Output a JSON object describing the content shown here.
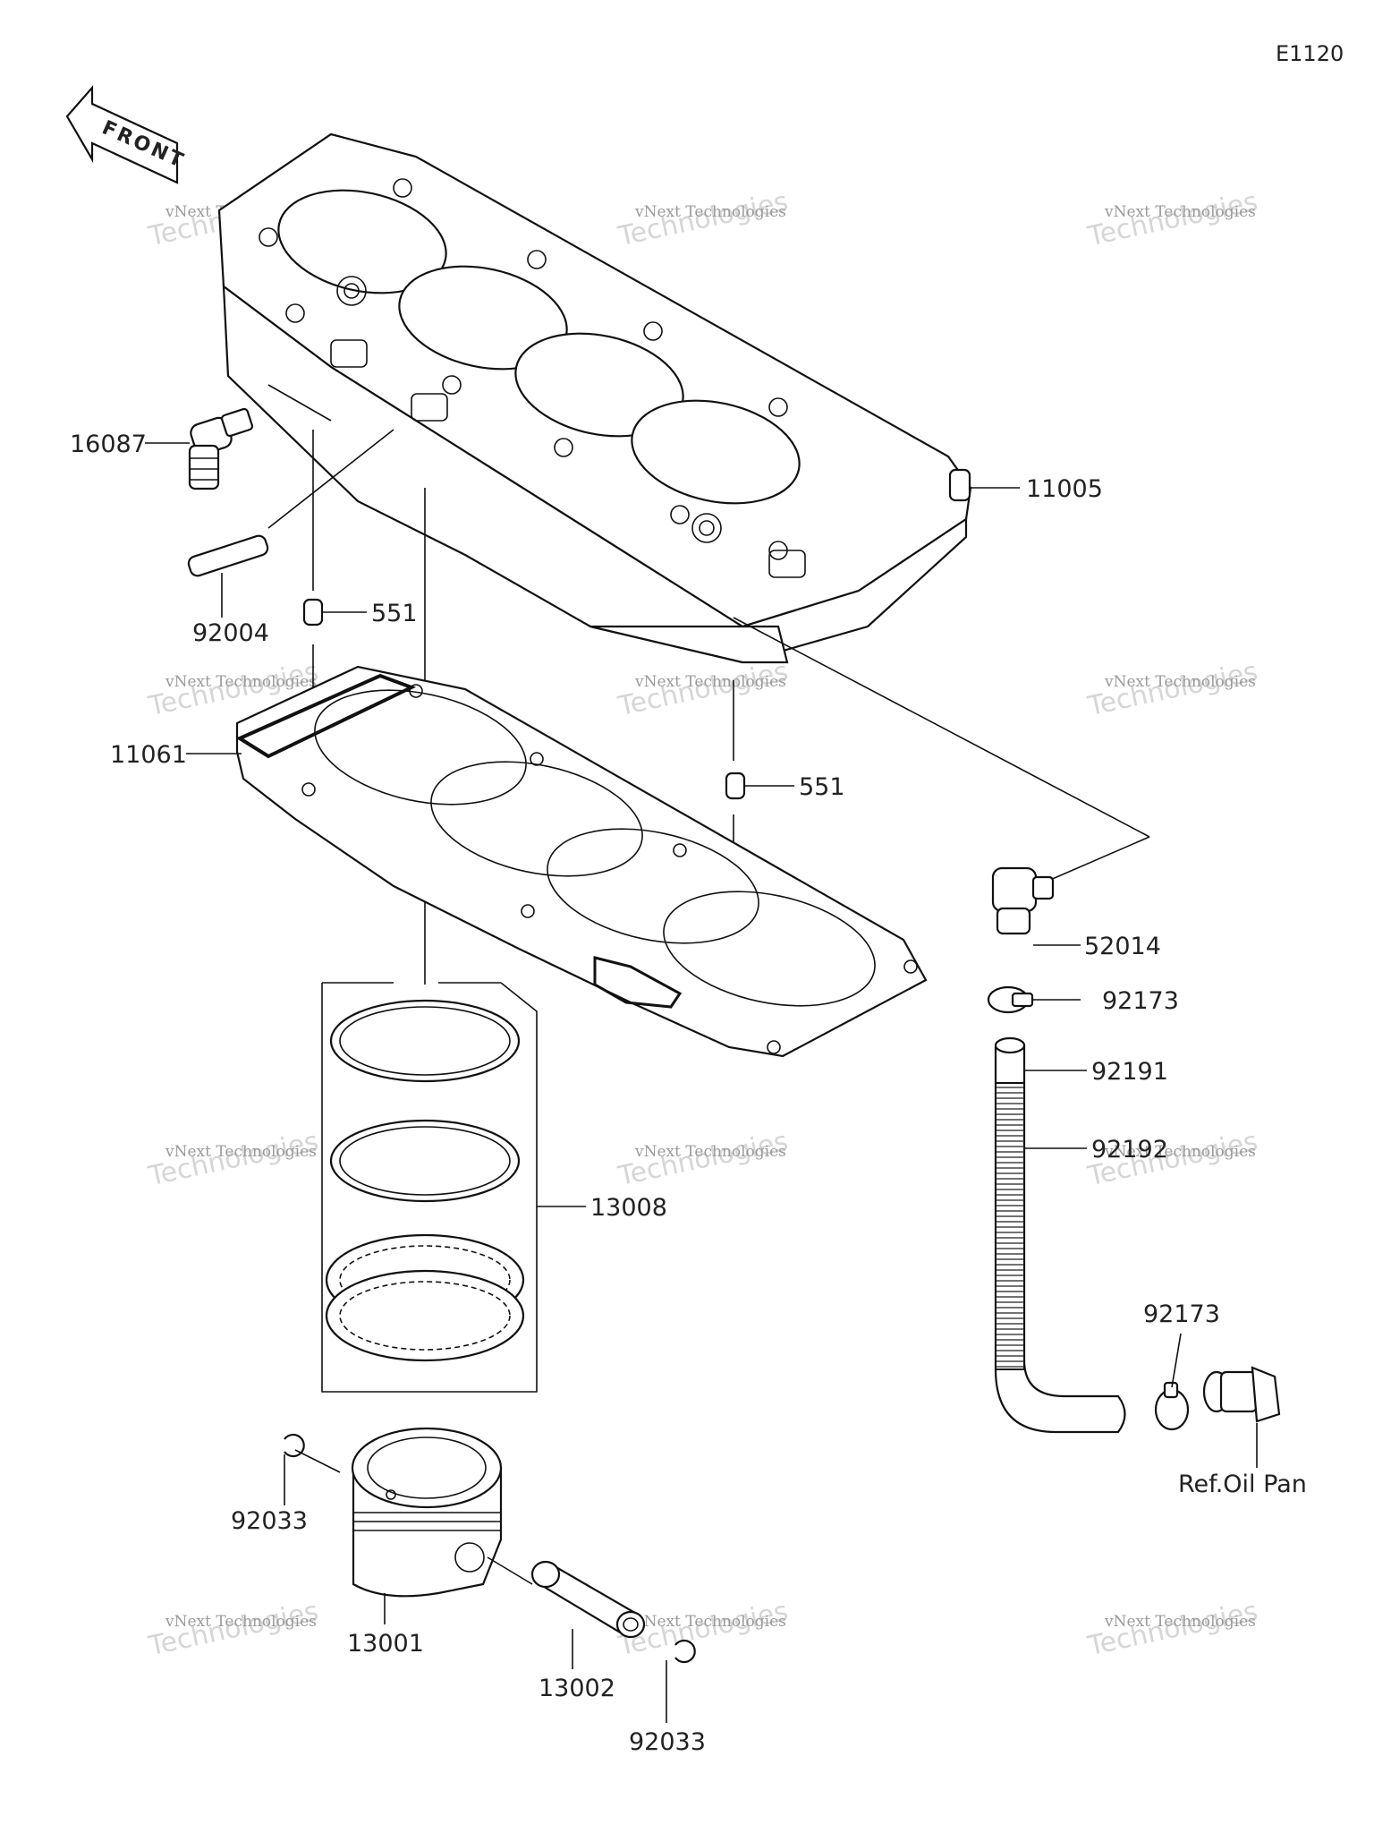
{
  "diagram": {
    "code": "E1120",
    "front_label": "FRONT",
    "parts": {
      "p16087": "16087",
      "p92004": "92004",
      "p551a": "551",
      "p11061": "11061",
      "p551b": "551",
      "p11005": "11005",
      "p52014": "52014",
      "p92173a": "92173",
      "p92191": "92191",
      "p92192": "92192",
      "p13008": "13008",
      "p92173b": "92173",
      "p92033a": "92033",
      "p13001": "13001",
      "p13002": "13002",
      "p92033b": "92033"
    },
    "ref_oil_pan": "Ref.Oil Pan"
  },
  "watermark": {
    "line1": "vNext Technologies",
    "line2": "Technologies",
    "line3": "vNext"
  }
}
